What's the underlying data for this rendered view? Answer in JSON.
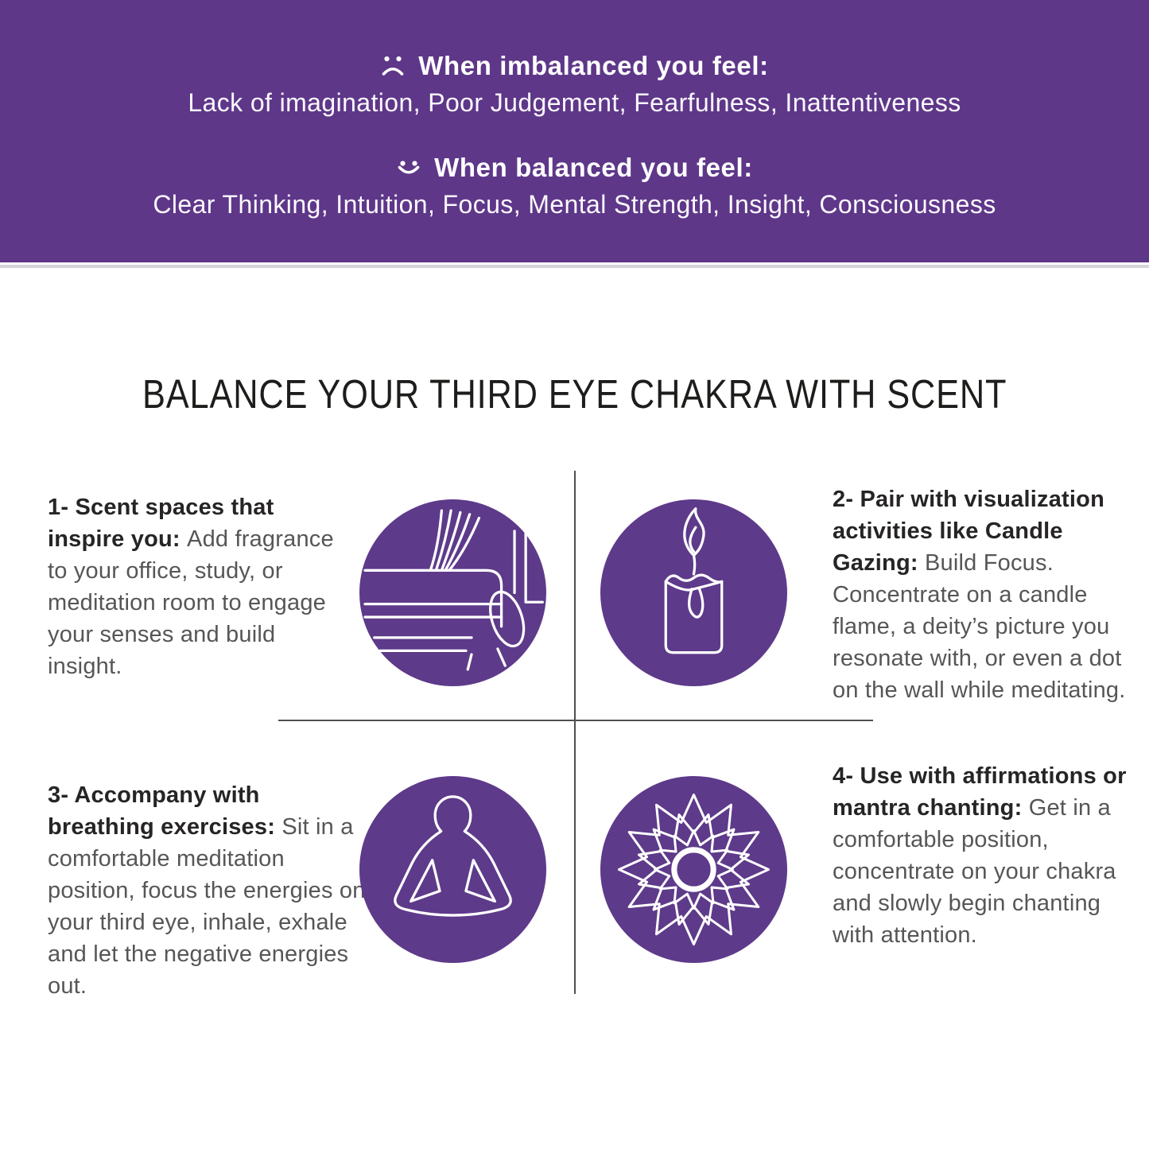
{
  "colors": {
    "header_bg": "#5e3789",
    "circle_bg": "#5e3a8a",
    "title_color": "#1d1d1b",
    "lead_color": "#262425",
    "body_color": "#565658",
    "divider_color": "#4f4f51",
    "hero_text": "#ffffff"
  },
  "header": {
    "imbalanced": {
      "icon": "sad-face-icon",
      "heading": "When imbalanced you feel:",
      "items": "Lack of imagination, Poor Judgement, Fearfulness, Inattentiveness"
    },
    "balanced": {
      "icon": "happy-face-icon",
      "heading": "When balanced you feel:",
      "items": "Clear Thinking, Intuition, Focus, Mental Strength, Insight, Consciousness"
    }
  },
  "title": "BALANCE YOUR THIRD EYE CHAKRA WITH SCENT",
  "tips": [
    {
      "icon": "sofa-curtain-icon",
      "lead": "1- Scent spaces that inspire you:",
      "body": "Add fragrance to your office, study, or meditation room to engage your senses and build insight."
    },
    {
      "icon": "candle-icon",
      "lead": "2- Pair with visualization activities like Candle Gazing:",
      "body": "Build Focus. Concentrate on a candle flame, a deity’s picture you resonate with, or even a dot on the wall while meditating."
    },
    {
      "icon": "meditation-pose-icon",
      "lead": "3- Accompany with breathing exercises:",
      "body": "Sit in a comfortable meditation position, focus the energies on your third eye, inhale, exhale and let the negative energies out."
    },
    {
      "icon": "lotus-mandala-icon",
      "lead": "4- Use with affirmations or mantra chanting:",
      "body": "Get in a comfortable position, concentrate on your chakra and slowly begin chanting with attention."
    }
  ]
}
